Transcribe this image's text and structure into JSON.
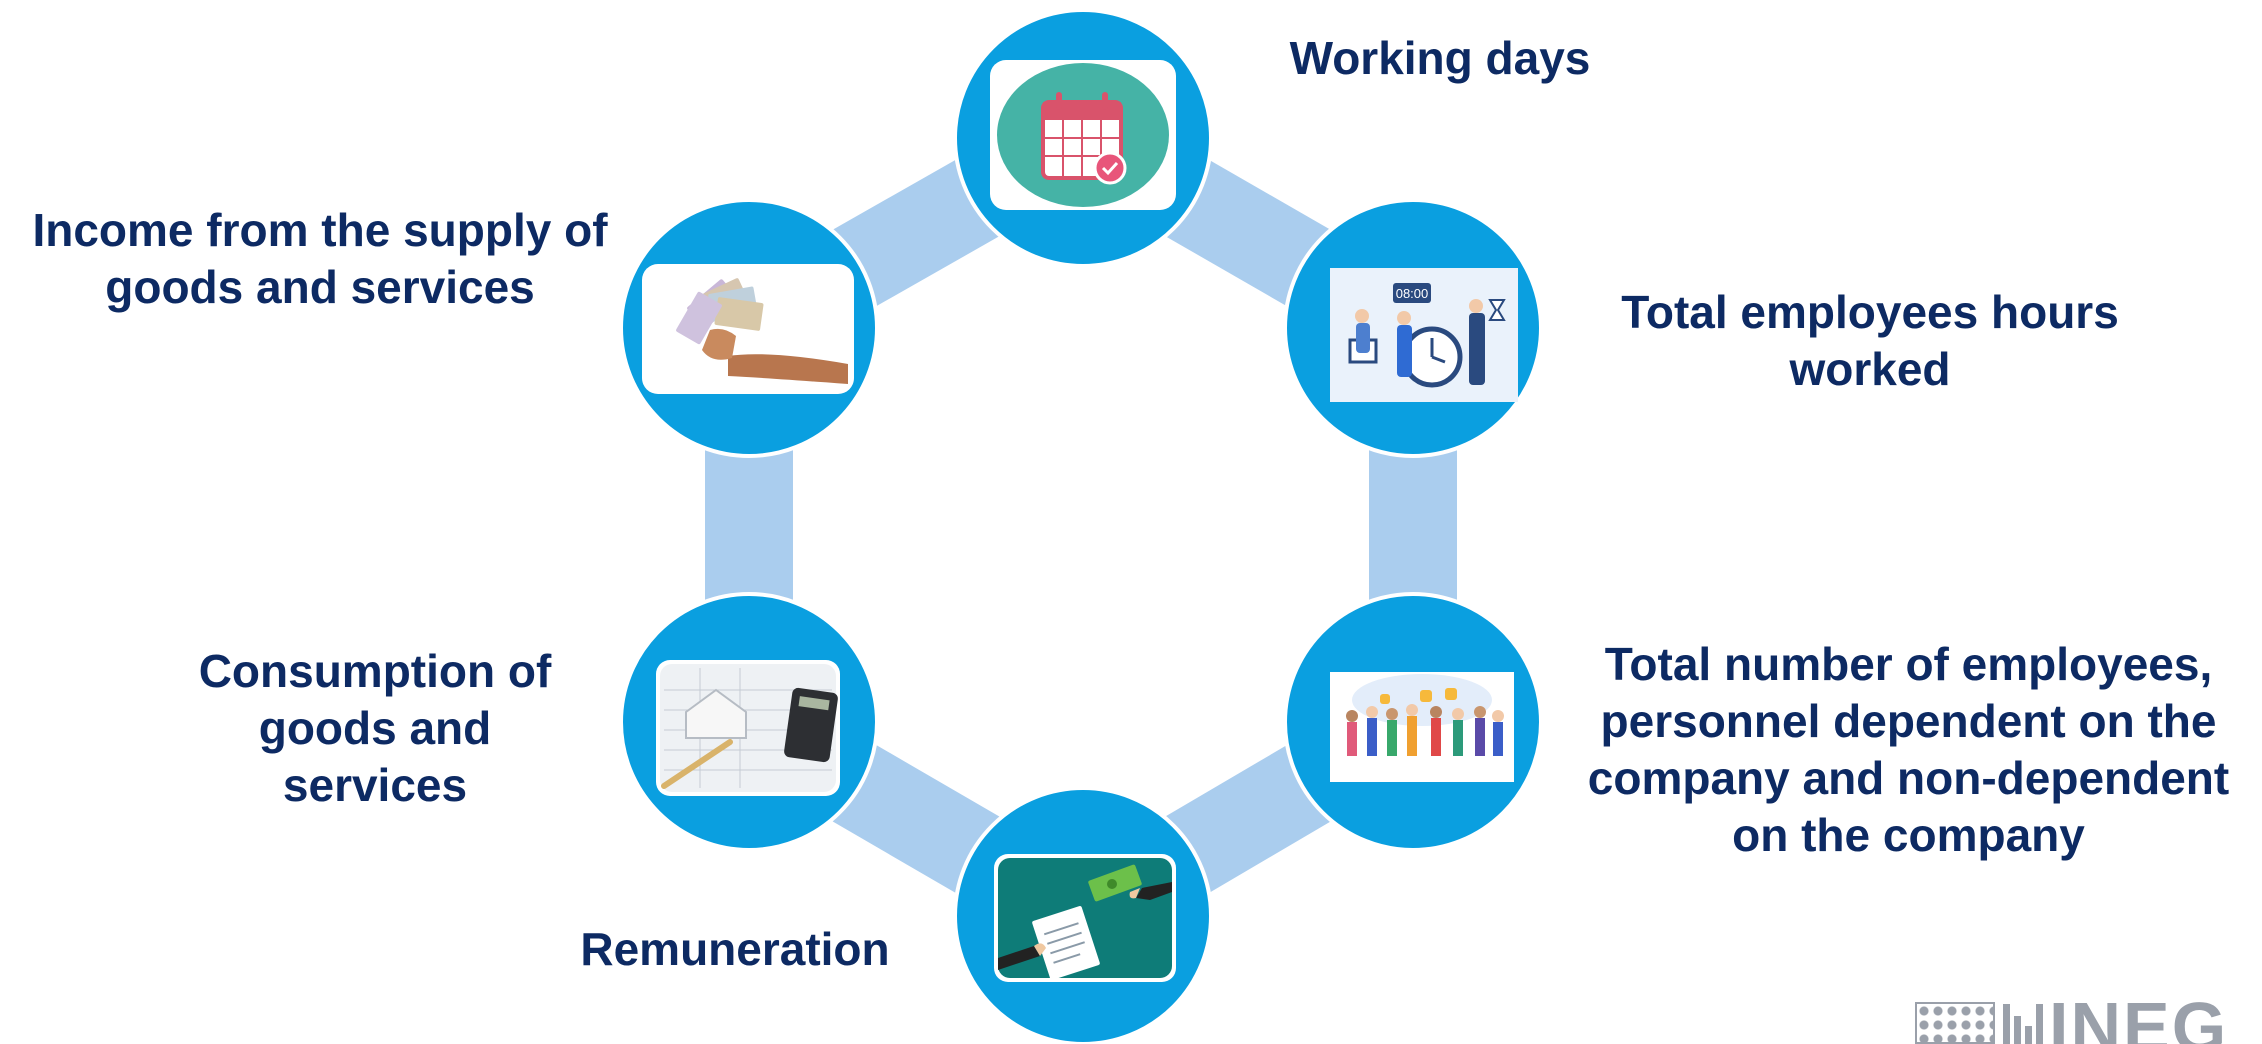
{
  "nodes": [
    {
      "id": "working-days",
      "label": "Working days",
      "icon": "calendar-icon"
    },
    {
      "id": "total-hours",
      "label": "Total employees hours\nworked",
      "icon": "clock-workers-icon"
    },
    {
      "id": "total-employees",
      "label": "Total number of employees,\npersonnel dependent on the\ncompany and non-dependent\non the company",
      "icon": "team-thumbs-up-icon"
    },
    {
      "id": "remuneration",
      "label": "Remuneration",
      "icon": "payment-handoff-icon"
    },
    {
      "id": "consumption",
      "label": "Consumption of\ngoods and\nservices",
      "icon": "calculator-house-icon"
    },
    {
      "id": "income",
      "label": "Income from the supply of\ngoods and services",
      "icon": "money-hand-icon"
    }
  ],
  "logo": {
    "text": "INEG",
    "icon": "ineg-logo"
  },
  "colors": {
    "circle": "#0a9fe0",
    "connector": "#aacdee",
    "label": "#0d2a63",
    "calendar_bg": "#45b3a6",
    "payment_bg": "#0e7c78"
  }
}
